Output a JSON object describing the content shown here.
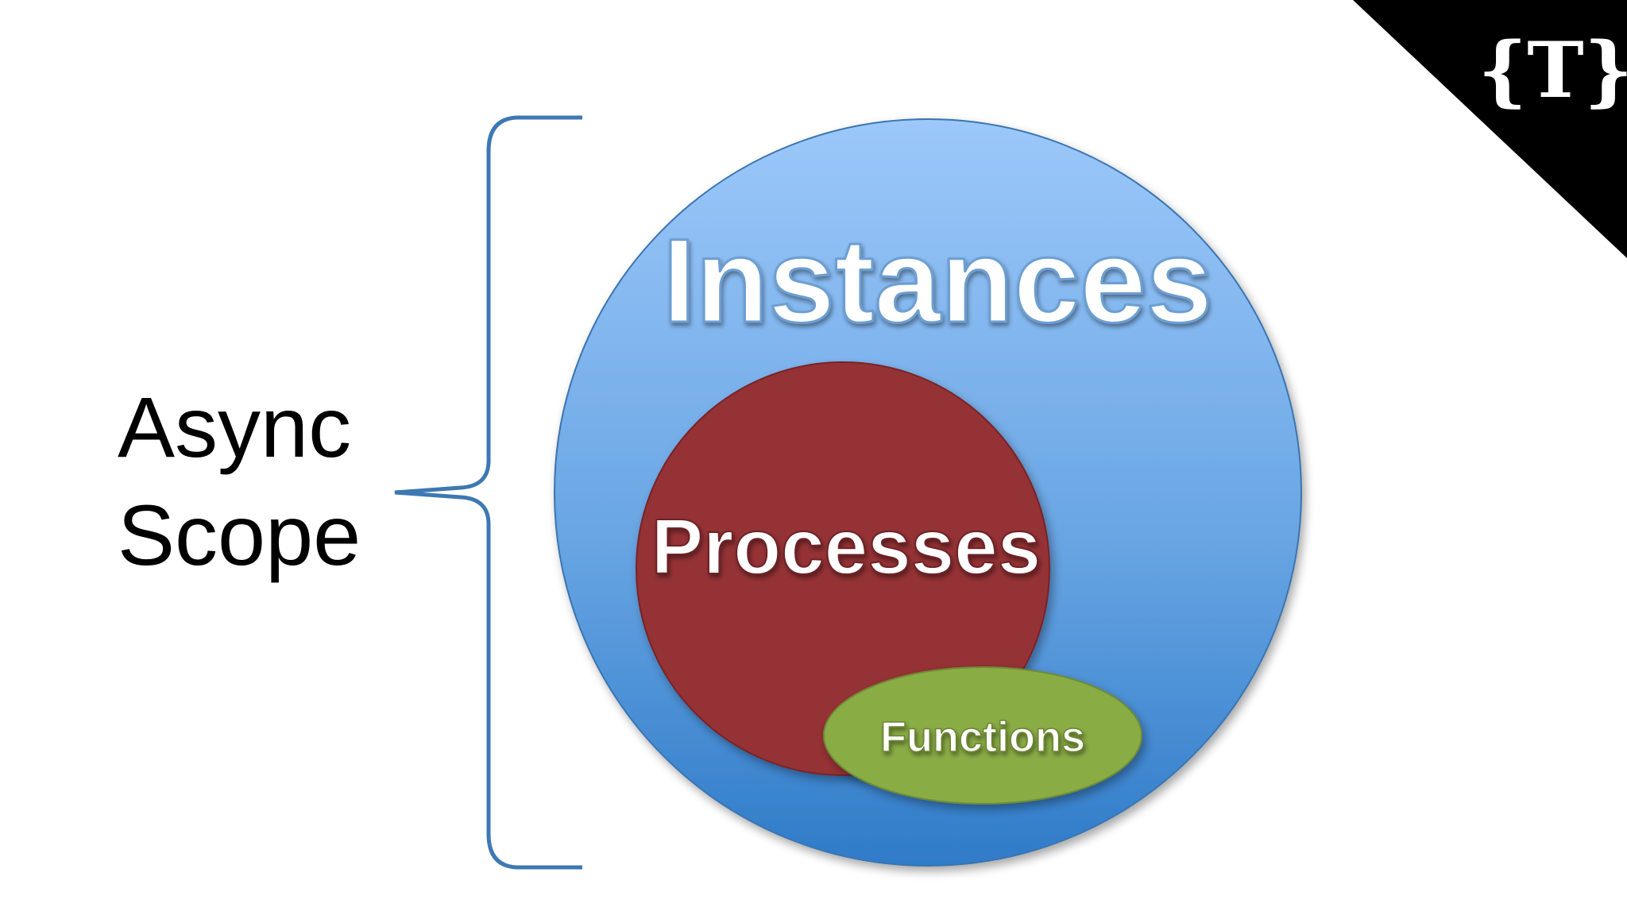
{
  "scope": {
    "line1": "Async",
    "line2": "Scope"
  },
  "circles": {
    "outer": {
      "label": "Instances",
      "color": "#5b9bd5"
    },
    "middle": {
      "label": "Processes",
      "color": "#953135"
    },
    "inner": {
      "label": "Functions",
      "color": "#8aac44"
    }
  },
  "brace": {
    "color": "#3e78b3"
  },
  "logo": {
    "text": "{T}",
    "background": "#000000"
  }
}
